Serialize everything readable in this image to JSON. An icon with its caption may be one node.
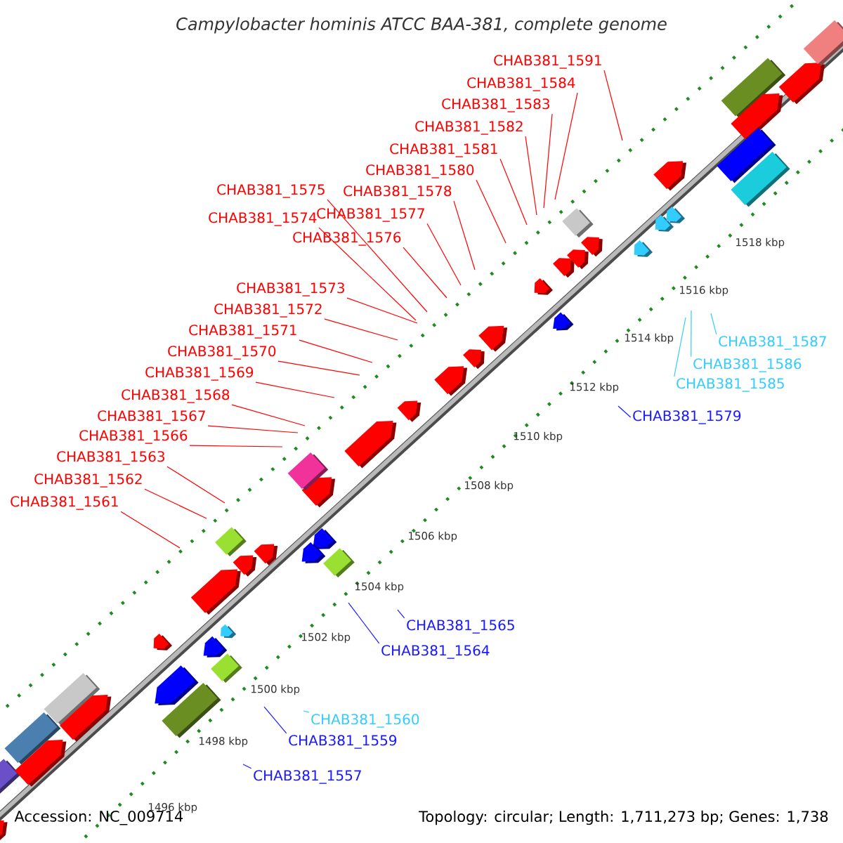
{
  "diagram": {
    "title": "Campylobacter hominis ATCC BAA-381, complete genome",
    "nodes": [
      {
        "text": [
          "CHAB381_1591"
        ]
      },
      {
        "text": [
          "CHAB381_1584"
        ]
      },
      {
        "text": [
          "CHAB381_1583"
        ]
      },
      {
        "text": [
          "CHAB381_1582"
        ]
      },
      {
        "text": [
          "CHAB381_1581"
        ]
      },
      {
        "text": [
          "CHAB381_1580"
        ]
      },
      {
        "text": [
          "CHAB381_1578"
        ]
      },
      {
        "text": [
          "CHAB381_1575"
        ]
      },
      {
        "text": [
          "CHAB381_1577"
        ]
      },
      {
        "text": [
          "CHAB381_1574"
        ]
      },
      {
        "text": [
          "CHAB381_1576"
        ]
      },
      {
        "text": [
          "CHAB381_1573"
        ]
      },
      {
        "text": [
          "CHAB381_1572"
        ]
      },
      {
        "text": [
          "CHAB381_1571"
        ]
      },
      {
        "text": [
          "CHAB381_1570"
        ]
      },
      {
        "text": [
          "CHAB381_1569"
        ]
      },
      {
        "text": [
          "CHAB381_1568"
        ]
      },
      {
        "text": [
          "CHAB381_1567"
        ]
      },
      {
        "text": [
          "CHAB381_1566"
        ]
      },
      {
        "text": [
          "CHAB381_1563"
        ]
      },
      {
        "text": [
          "CHAB381_1562"
        ]
      },
      {
        "text": [
          "CHAB381_1561"
        ]
      },
      {
        "text": [
          "CHAB381_1587"
        ]
      },
      {
        "text": [
          "CHAB381_1586"
        ]
      },
      {
        "text": [
          "CHAB381_1585"
        ]
      },
      {
        "text": [
          "CHAB381_1579"
        ]
      },
      {
        "text": [
          "CHAB381_1565"
        ]
      },
      {
        "text": [
          "CHAB381_1564"
        ]
      },
      {
        "text": [
          "CHAB381_1560"
        ]
      },
      {
        "text": [
          "CHAB381_1559"
        ]
      },
      {
        "text": [
          "CHAB381_1557"
        ]
      }
    ],
    "edges": [
      {
        "from": 0,
        "to": null,
        "arrow": "none"
      },
      {
        "from": 1,
        "to": null,
        "arrow": "none"
      },
      {
        "from": 2,
        "to": null,
        "arrow": "none"
      },
      {
        "from": 3,
        "to": null,
        "arrow": "none"
      },
      {
        "from": 4,
        "to": null,
        "arrow": "none"
      },
      {
        "from": 5,
        "to": null,
        "arrow": "none"
      },
      {
        "from": 6,
        "to": null,
        "arrow": "none"
      },
      {
        "from": 7,
        "to": null,
        "arrow": "none"
      },
      {
        "from": 8,
        "to": null,
        "arrow": "none"
      },
      {
        "from": 9,
        "to": null,
        "arrow": "none"
      },
      {
        "from": 10,
        "to": null,
        "arrow": "none"
      },
      {
        "from": 11,
        "to": null,
        "arrow": "none"
      },
      {
        "from": 12,
        "to": null,
        "arrow": "none"
      },
      {
        "from": 13,
        "to": null,
        "arrow": "none"
      },
      {
        "from": 14,
        "to": null,
        "arrow": "none"
      },
      {
        "from": 15,
        "to": null,
        "arrow": "none"
      },
      {
        "from": 16,
        "to": null,
        "arrow": "none"
      },
      {
        "from": 17,
        "to": null,
        "arrow": "none"
      },
      {
        "from": 18,
        "to": null,
        "arrow": "none"
      },
      {
        "from": 19,
        "to": null,
        "arrow": "none"
      },
      {
        "from": 20,
        "to": null,
        "arrow": "none"
      },
      {
        "from": 21,
        "to": null,
        "arrow": "none"
      },
      {
        "from": 22,
        "to": null,
        "arrow": "none",
        "color": "#33ccff"
      },
      {
        "from": 23,
        "to": null,
        "arrow": "none",
        "color": "#33ccff"
      },
      {
        "from": 24,
        "to": null,
        "arrow": "none",
        "color": "#33ccff"
      },
      {
        "from": 25,
        "to": null,
        "arrow": "none",
        "color": "#1a1aff"
      },
      {
        "from": 26,
        "to": null,
        "arrow": "none",
        "color": "#1a1aff"
      },
      {
        "from": 27,
        "to": null,
        "arrow": "none",
        "color": "#1a1aff"
      },
      {
        "from": 28,
        "to": null,
        "arrow": "none",
        "color": "#33ccff"
      },
      {
        "from": 29,
        "to": null,
        "arrow": "none",
        "color": "#1a1aff"
      },
      {
        "from": 30,
        "to": null,
        "arrow": "none",
        "color": "#1a1aff"
      }
    ],
    "labels": [
      "1518 kbp",
      "1516 kbp",
      "1514 kbp",
      "1512 kbp",
      "1510 kbp",
      "1508 kbp",
      "1506 kbp",
      "1504 kbp",
      "1502 kbp",
      "1500 kbp",
      "1498 kbp",
      "1496 kbp",
      "Accession: NC_009714",
      "Topology: circular; Length: 1,711,273 bp; Genes: 1,738"
    ]
  }
}
